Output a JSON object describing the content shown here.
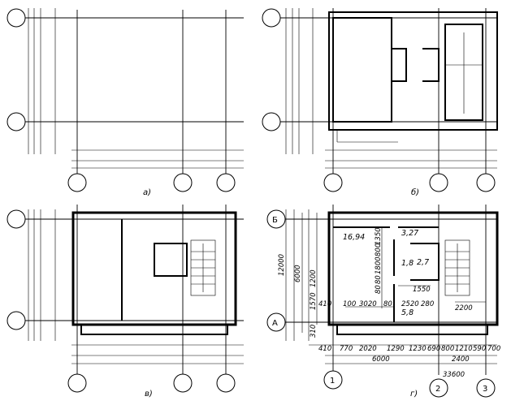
{
  "panels": {
    "a": {
      "label": "а)"
    },
    "b": {
      "label": "б)"
    },
    "v": {
      "label": "в)"
    },
    "g": {
      "label": "г)",
      "axis_letters": [
        "Б",
        "А"
      ],
      "axis_numbers": [
        "1",
        "2",
        "3"
      ],
      "room_areas": [
        "16,94",
        "3,27",
        "1,8",
        "2,7",
        "5,8"
      ],
      "room_dims": [
        "1550",
        "100",
        "3020",
        "2520",
        "280",
        "2200"
      ],
      "vertical_dims": [
        "1350",
        "800",
        "1800",
        "1200",
        "1570",
        "410",
        "310",
        "80",
        "80",
        "80"
      ],
      "overall_vertical": [
        "12000",
        "6000"
      ],
      "bottom_row1": [
        "410",
        "770",
        "2020",
        "1290",
        "1230",
        "690",
        "800",
        "1210",
        "590",
        "700"
      ],
      "bottom_row2": [
        "6000",
        "2400"
      ],
      "bottom_row3": [
        "33600"
      ]
    }
  }
}
